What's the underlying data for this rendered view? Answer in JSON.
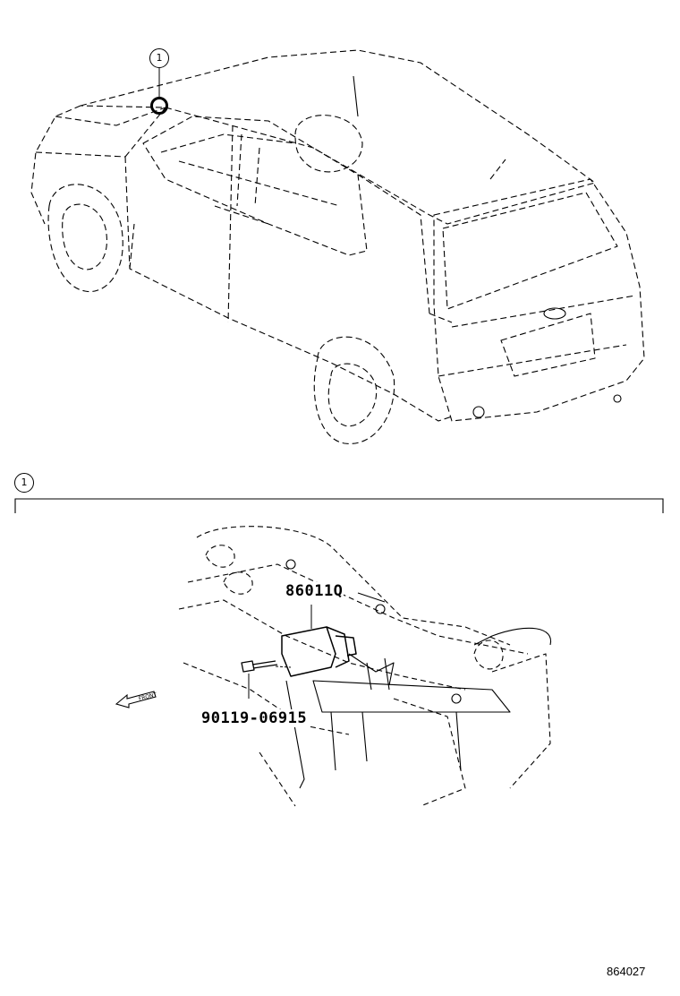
{
  "vehicle_view": {
    "callout": "1"
  },
  "detail_view": {
    "callout": "1",
    "parts": [
      {
        "number": "86011Q"
      },
      {
        "number": "90119-06915"
      }
    ],
    "direction_label": "FRONT"
  },
  "diagram_id": "864027"
}
